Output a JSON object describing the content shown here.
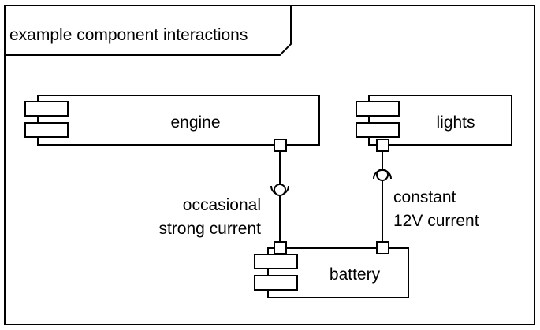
{
  "frame": {
    "title": "example component interactions"
  },
  "components": {
    "engine": {
      "label": "engine"
    },
    "lights": {
      "label": "lights"
    },
    "battery": {
      "label": "battery"
    }
  },
  "connectors": {
    "engine_battery": {
      "label_line1": "occasional",
      "label_line2": "strong current"
    },
    "lights_battery": {
      "label_line1": "constant",
      "label_line2": "12V current"
    }
  },
  "colors": {
    "stroke": "#000000",
    "background": "#ffffff"
  }
}
